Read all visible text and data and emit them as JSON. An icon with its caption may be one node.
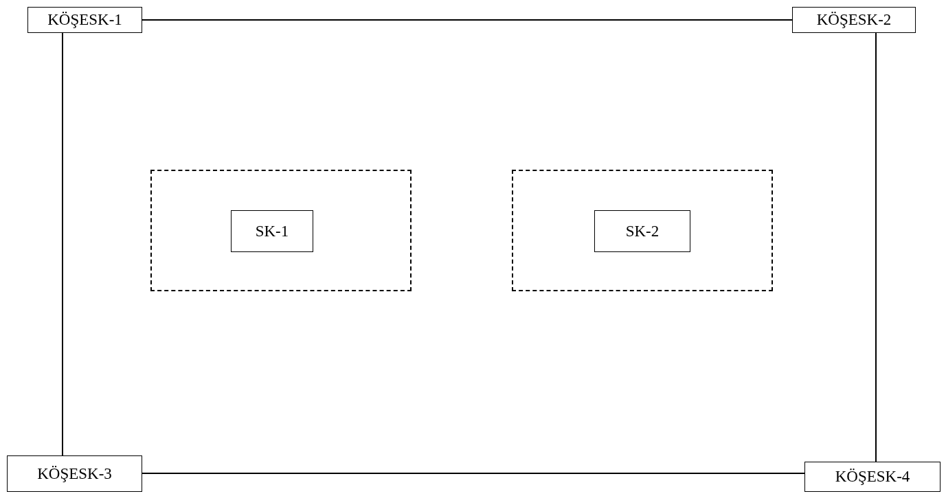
{
  "diagram": {
    "nodes": [
      {
        "text": [
          "KÖŞESK-1"
        ]
      },
      {
        "text": [
          "KÖŞESK-2"
        ]
      },
      {
        "text": [],
        "shape": "box"
      },
      {
        "text": [
          "SK-1"
        ],
        "in": 2
      },
      {
        "text": [],
        "shape": "box"
      },
      {
        "text": [
          "SK-2"
        ],
        "in": 4
      },
      {
        "text": [
          "KÖŞESK-3"
        ]
      },
      {
        "text": [
          "KÖŞESK-4"
        ]
      }
    ],
    "edges": [
      {
        "from": 0,
        "to": 1,
        "arrow": "none"
      },
      {
        "from": 0,
        "to": 6,
        "arrow": "none"
      },
      {
        "from": 1,
        "to": 7,
        "arrow": "none"
      },
      {
        "from": 6,
        "to": 7,
        "arrow": "none"
      }
    ]
  }
}
